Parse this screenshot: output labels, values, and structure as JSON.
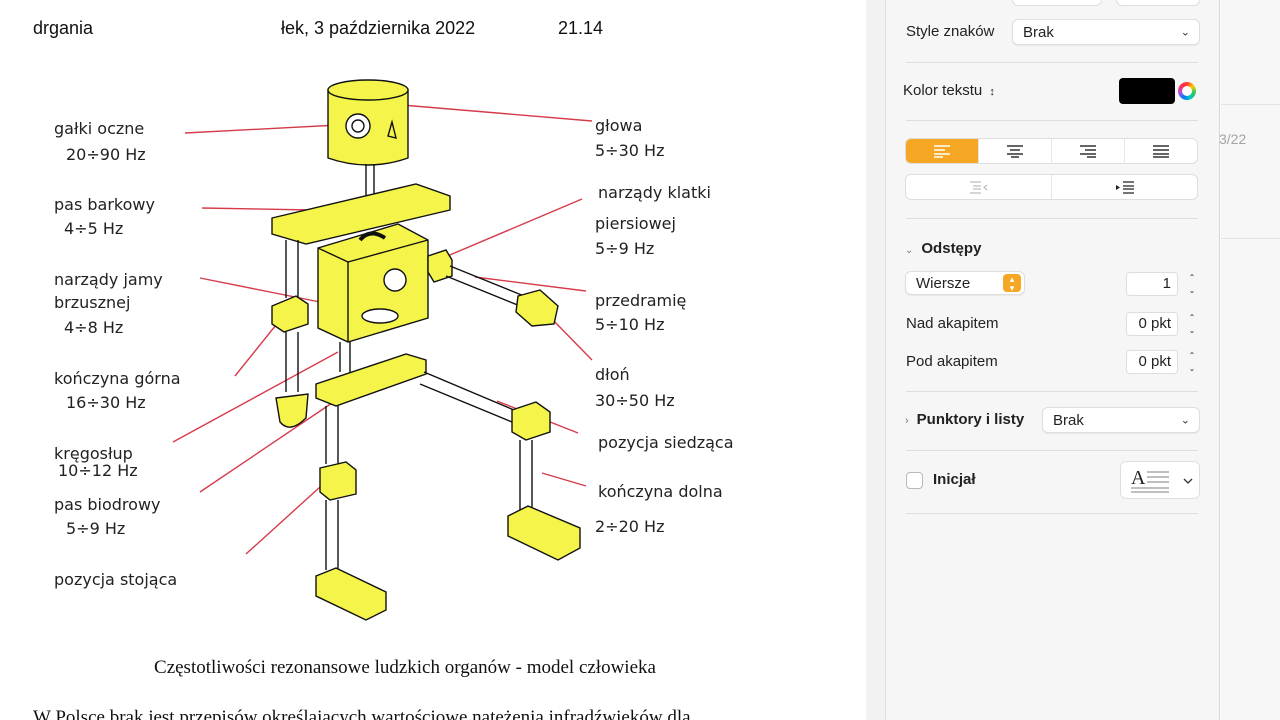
{
  "document": {
    "header": {
      "title": "drgania",
      "date": "łek, 3 października 2022",
      "time": "21.14"
    },
    "figure": {
      "labels": [
        "gałki oczne",
        "20÷90  Hz",
        "pas barkowy",
        "4÷5  Hz",
        "narządy jamy",
        "brzusznej",
        "4÷8  Hz",
        "kończyna górna",
        "16÷30  Hz",
        "kręgosłup",
        "10÷12  Hz",
        "pas biodrowy",
        "5÷9  Hz",
        "pozycja stojąca",
        "głowa",
        "5÷30  Hz",
        "narządy klatki",
        "piersiowej",
        "5÷9  Hz",
        "przedramię",
        "5÷10  Hz",
        "dłoń",
        "30÷50  Hz",
        "pozycja siedząca",
        "kończyna dolna",
        "2÷20  Hz"
      ]
    },
    "caption": "Częstotliwości rezonansowe ludzkich organów - model człowieka",
    "body_text": "W Polsce brak jest przepisów określających wartościowe natężenia infradźwięków dla"
  },
  "inspector": {
    "character_style_label": "Style znaków",
    "character_style_value": "Brak",
    "text_color_label": "Kolor tekstu",
    "text_color": "#000000",
    "alignment": {
      "options": [
        "align-left-icon",
        "align-center-icon",
        "align-right-icon",
        "justify-icon"
      ],
      "active_index": 0,
      "accent": "#f5a623"
    },
    "indent": [
      "decrease-indent-icon",
      "increase-indent-icon"
    ],
    "spacing": {
      "section_label": "Odstępy",
      "line_mode": "Wiersze",
      "line_value": "1",
      "before_label": "Nad akapitem",
      "before_value": "0 pkt",
      "after_label": "Pod akapitem",
      "after_value": "0 pkt"
    },
    "bullets": {
      "label": "Punktory i listy",
      "value": "Brak"
    },
    "dropcap": {
      "label": "Inicjał",
      "checked": false
    }
  },
  "side_list": {
    "date_fragment": "3/22"
  }
}
